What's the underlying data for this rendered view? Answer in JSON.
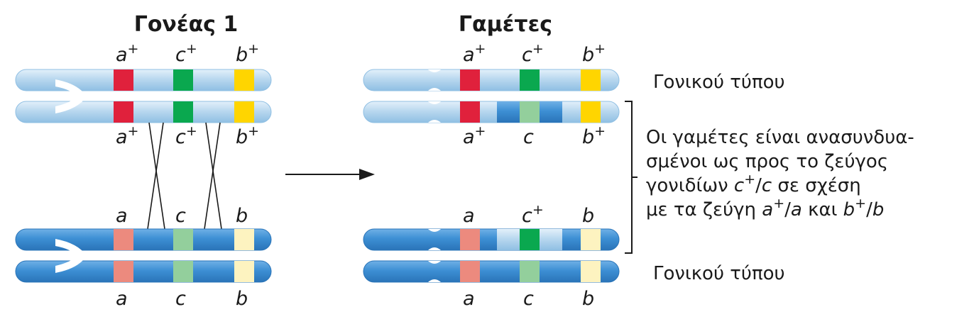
{
  "titles": {
    "parent": "Γονέας 1",
    "gametes": "Γαμέτες"
  },
  "gene_labels": {
    "a_plus": "a",
    "c_plus": "c",
    "b_plus": "b",
    "a": "a",
    "c": "c",
    "b": "b",
    "superscript_plus": "+"
  },
  "side_notes": {
    "parental_type_top": "Γονικού τύπου",
    "parental_type_bottom": "Γονικού τύπου",
    "recombinant_line1": "Οι γαμέτες είναι ανασυνδυα-",
    "recombinant_line2": "σμένοι ως προς το ζεύγος",
    "recombinant_line3_a": "γονιδίων ",
    "recombinant_line3_c": "c",
    "recombinant_line3_sup": "+",
    "recombinant_line3_slash": "/",
    "recombinant_line3_c2": "c",
    "recombinant_line3_b": " σε σχέση",
    "recombinant_line4_a": "με τα ζεύγη ",
    "recombinant_line4_ap": "a",
    "recombinant_line4_sup1": "+",
    "recombinant_line4_slash1": "/",
    "recombinant_line4_a2": "a",
    "recombinant_line4_kai": " και ",
    "recombinant_line4_bp": "b",
    "recombinant_line4_sup2": "+",
    "recombinant_line4_slash2": "/",
    "recombinant_line4_b2": "b"
  },
  "colors": {
    "chromatid_light": "#b9d8ef",
    "chromatid_dark": "#3d8fd4",
    "allele_a_plus": "#e0213c",
    "allele_c_plus": "#0aa84f",
    "allele_b_plus": "#ffd500",
    "allele_a": "#ec8a7e",
    "allele_c": "#93cf9c",
    "allele_b": "#fdf3c0"
  }
}
